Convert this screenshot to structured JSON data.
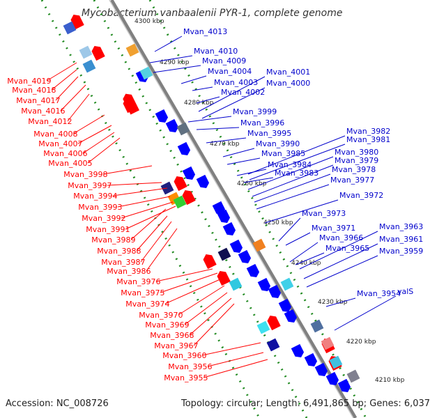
{
  "title": "Mycobacterium vanbaalenii PYR-1, complete genome",
  "accession": "Accession: NC_008726",
  "topology": "Topology: circular; Length: 6,491,865 bp; Genes: 6,037",
  "colors": {
    "forward_label": "#0000cc",
    "reverse_label": "#ff0000",
    "forward_gene": "#0000ff",
    "reverse_gene": "#ff0000",
    "backbone": "#808080",
    "tick_green": "#228b22"
  },
  "kbp_ticks": [
    "4300 kbp",
    "4290 kbp",
    "4280 kbp",
    "4270 kbp",
    "4260 kbp",
    "4250 kbp",
    "4240 kbp",
    "4230 kbp",
    "4220 kbp",
    "4210 kbp"
  ],
  "right_labels": [
    "Mvan_4013",
    "Mvan_4010",
    "Mvan_4009",
    "Mvan_4004",
    "Mvan_4001",
    "Mvan_4003",
    "Mvan_4000",
    "Mvan_4002",
    "Mvan_3999",
    "Mvan_3996",
    "Mvan_3995",
    "Mvan_3982",
    "Mvan_3981",
    "Mvan_3990",
    "Mvan_3985",
    "Mvan_3980",
    "Mvan_3984",
    "Mvan_3979",
    "Mvan_3983",
    "Mvan_3978",
    "Mvan_3977",
    "Mvan_3972",
    "Mvan_3973",
    "Mvan_3971",
    "Mvan_3963",
    "Mvan_3966",
    "Mvan_3961",
    "Mvan_3965",
    "Mvan_3959",
    "Mvan_3954",
    "valS"
  ],
  "left_labels": [
    "Mvan_4019",
    "Mvan_4018",
    "Mvan_4017",
    "Mvan_4016",
    "Mvan_4012",
    "Mvan_4008",
    "Mvan_4007",
    "Mvan_4006",
    "Mvan_4005",
    "Mvan_3998",
    "Mvan_3997",
    "Mvan_3994",
    "Mvan_3993",
    "Mvan_3992",
    "Mvan_3991",
    "Mvan_3989",
    "Mvan_3988",
    "Mvan_3987",
    "Mvan_3986",
    "Mvan_3976",
    "Mvan_3975",
    "Mvan_3974",
    "Mvan_3970",
    "Mvan_3969",
    "Mvan_3968",
    "Mvan_3967",
    "Mvan_3960",
    "Mvan_3956",
    "Mvan_3955"
  ]
}
